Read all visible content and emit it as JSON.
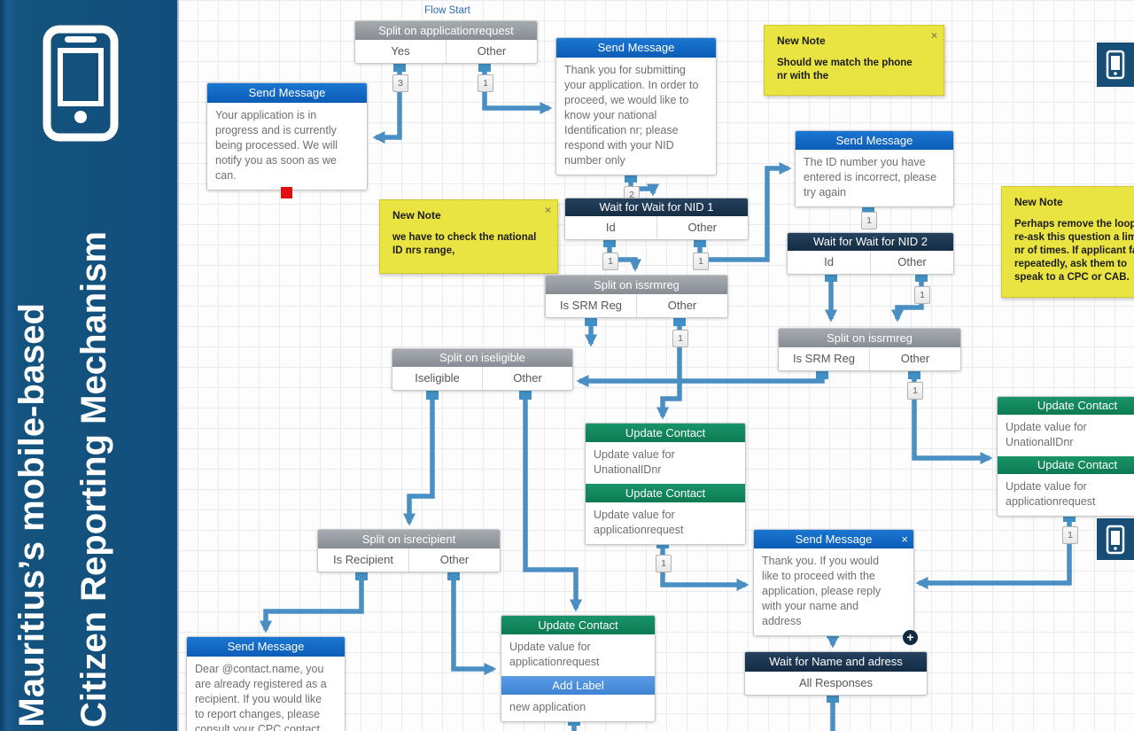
{
  "sidebar": {
    "title_line1": "Mauritius’s mobile-based",
    "title_line2": "Citizen Reporting Mechanism"
  },
  "flow_start_label": "Flow Start",
  "nodes": {
    "split_applicationrequest": {
      "title": "Split on applicationrequest",
      "exits": [
        "Yes",
        "Other"
      ]
    },
    "msg_progress": {
      "title": "Send Message",
      "body": "Your application is in\nprogress and is currently\nbeing processed. We will\nnotify you as soon as we\ncan."
    },
    "msg_submit": {
      "title": "Send Message",
      "body": "Thank you for submitting\nyour application. In order to\nproceed, we would like to\nknow your national\nIdentification nr; please\nrespond with your NID\nnumber only"
    },
    "msg_incorrect": {
      "title": "Send Message",
      "body": "The ID number you have\nentered is incorrect, please\ntry again"
    },
    "wait_nid1": {
      "title": "Wait for Wait for NID 1",
      "exits": [
        "Id",
        "Other"
      ]
    },
    "wait_nid2": {
      "title": "Wait for Wait for NID 2",
      "exits": [
        "Id",
        "Other"
      ]
    },
    "split_issrmreg_left": {
      "title": "Split on issrmreg",
      "exits": [
        "Is SRM Reg",
        "Other"
      ]
    },
    "split_issrmreg_right": {
      "title": "Split on issrmreg",
      "exits": [
        "Is SRM Reg",
        "Other"
      ]
    },
    "split_iseligible": {
      "title": "Split on iseligible",
      "exits": [
        "Iseligible",
        "Other"
      ]
    },
    "split_isrecipient": {
      "title": "Split on isrecipient",
      "exits": [
        "Is Recipient",
        "Other"
      ]
    },
    "update_contact_mid": {
      "title1": "Update Contact",
      "body1": "Update value for\nUnationalIDnr",
      "title2": "Update Contact",
      "body2": "Update value for\napplicationrequest"
    },
    "update_contact_right": {
      "title1": "Update Contact",
      "body1": "Update value for\nUnationalIDnr",
      "title2": "Update Contact",
      "body2": "Update value for\napplicationrequest"
    },
    "update_contact_bottom": {
      "title": "Update Contact",
      "body": "Update value for\napplicationrequest",
      "label_title": "Add Label",
      "label_body": "new application"
    },
    "msg_thankyou": {
      "title": "Send Message",
      "body": "Thank you. If you would\nlike to proceed with the\napplication, please reply\nwith your name and\naddress",
      "close": "×",
      "plus": "+"
    },
    "msg_dear": {
      "title": "Send Message",
      "body": "Dear @contact.name, you\nare already registered as a\nrecipient. If you would like\nto report changes, please\nconsult your CPC contact"
    },
    "wait_name": {
      "title": "Wait for Name and adress",
      "exits": [
        "All Responses"
      ]
    }
  },
  "notes": {
    "note_phone": {
      "title": "New Note",
      "body": "Should we match the phone\nnr with the",
      "close": "×"
    },
    "note_national": {
      "title": "New Note",
      "body": "we have to check the national\nID nrs range,",
      "close": "×"
    },
    "note_loop": {
      "title": "New Note",
      "body": "Perhaps remove the loop\nre-ask this question a lim\nnr of times. If applicant fa\nrepeatedly, ask them to\nspeak to a CPC or CAB."
    }
  },
  "badges": {
    "yes_count": "3",
    "other_count": "1",
    "submit_count": "2",
    "nid1_id": "1",
    "nid1_other": "1",
    "incorrect_count": "1",
    "nid2_other": "1",
    "issrm_left_other": "1",
    "issrm_right_other": "1",
    "uc_mid": "1",
    "uc_right": "1"
  },
  "colors": {
    "send_header": "#0d5cb6",
    "wait_header": "#152c44",
    "split_header": "#878d93",
    "update_header": "#0d7a52",
    "add_label_header": "#3f83d4",
    "connector": "#4a8fc3",
    "note_yellow": "#e9e441",
    "sidebar_blue": "#124e7b",
    "red_marker": "#e01010"
  }
}
